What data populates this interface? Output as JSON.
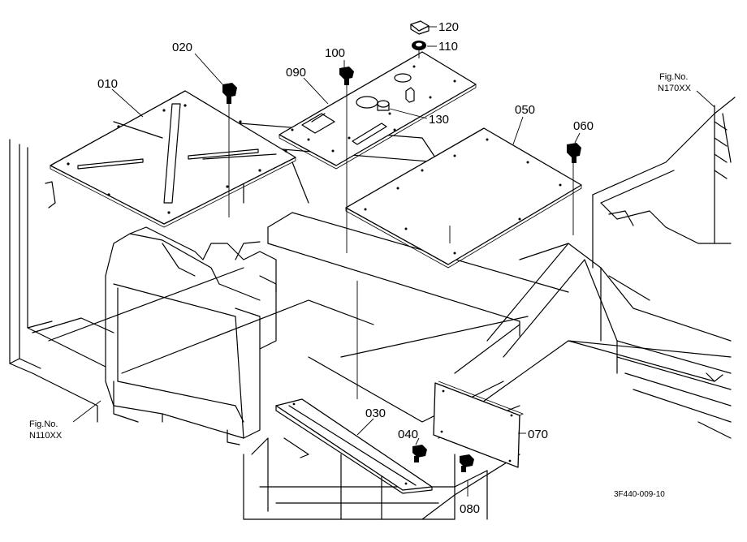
{
  "diagram": {
    "parts": [
      {
        "id": "010",
        "label": "010"
      },
      {
        "id": "020",
        "label": "020"
      },
      {
        "id": "030",
        "label": "030"
      },
      {
        "id": "040",
        "label": "040"
      },
      {
        "id": "050",
        "label": "050"
      },
      {
        "id": "060",
        "label": "060"
      },
      {
        "id": "070",
        "label": "070"
      },
      {
        "id": "080",
        "label": "080"
      },
      {
        "id": "090",
        "label": "090"
      },
      {
        "id": "100",
        "label": "100"
      },
      {
        "id": "110",
        "label": "110"
      },
      {
        "id": "120",
        "label": "120"
      },
      {
        "id": "130",
        "label": "130"
      }
    ],
    "figref_right": {
      "line1": "Fig.No.",
      "line2": "N170XX"
    },
    "figref_left": {
      "line1": "Fig.No.",
      "line2": "N110XX"
    },
    "drawing_code": "3F440-009-10"
  }
}
